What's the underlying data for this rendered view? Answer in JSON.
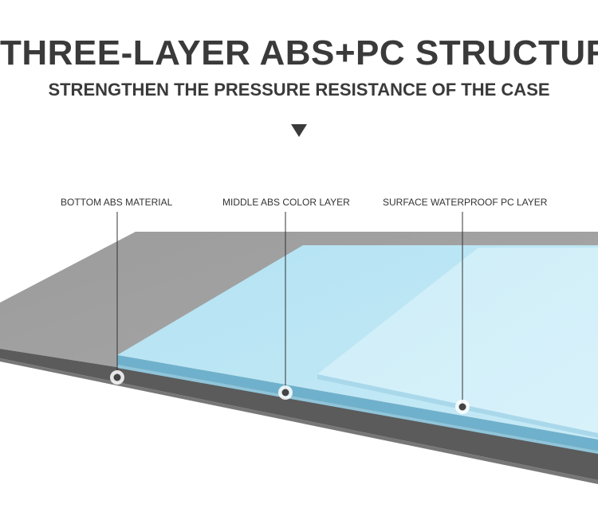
{
  "header": {
    "title": "THREE-LAYER ABS+PC STRUCTURE",
    "subtitle": "STRENGTHEN THE PRESSURE RESISTANCE OF THE CASE"
  },
  "icons": {
    "indicator": "triangle-down-icon"
  },
  "layers": [
    {
      "label": "BOTTOM ABS MATERIAL",
      "color": "#a0a0a0"
    },
    {
      "label": "MIDDLE ABS COLOR LAYER",
      "color": "#bde6f4"
    },
    {
      "label": "SURFACE WATERPROOF  PC  LAYER",
      "color": "#d0eef8"
    }
  ],
  "colors": {
    "text": "#3a3a3a",
    "bottom_edge": "#5b5b5b",
    "middle_edge": "#6fb1cc",
    "marker": "#444444"
  }
}
